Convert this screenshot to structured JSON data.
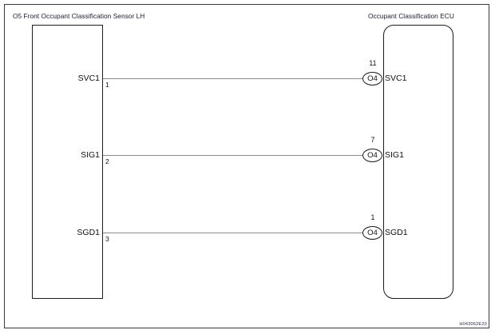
{
  "diagram": {
    "sensor": {
      "title": "O5 Front Occupant Classification Sensor LH",
      "pins": [
        {
          "name": "SVC1",
          "number": "1"
        },
        {
          "name": "SIG1",
          "number": "2"
        },
        {
          "name": "SGD1",
          "number": "3"
        }
      ]
    },
    "ecu": {
      "title": "Occupant Classification ECU",
      "pins": [
        {
          "connector": "O4",
          "number": "11",
          "name": "SVC1"
        },
        {
          "connector": "O4",
          "number": "7",
          "name": "SIG1"
        },
        {
          "connector": "O4",
          "number": "1",
          "name": "SGD1"
        }
      ]
    },
    "reference_code": "H043062E20",
    "colors": {
      "wire": "#8c8c8c",
      "outline": "#1c1c1c",
      "text": "#111111",
      "title_text": "#1a1a2e"
    }
  }
}
